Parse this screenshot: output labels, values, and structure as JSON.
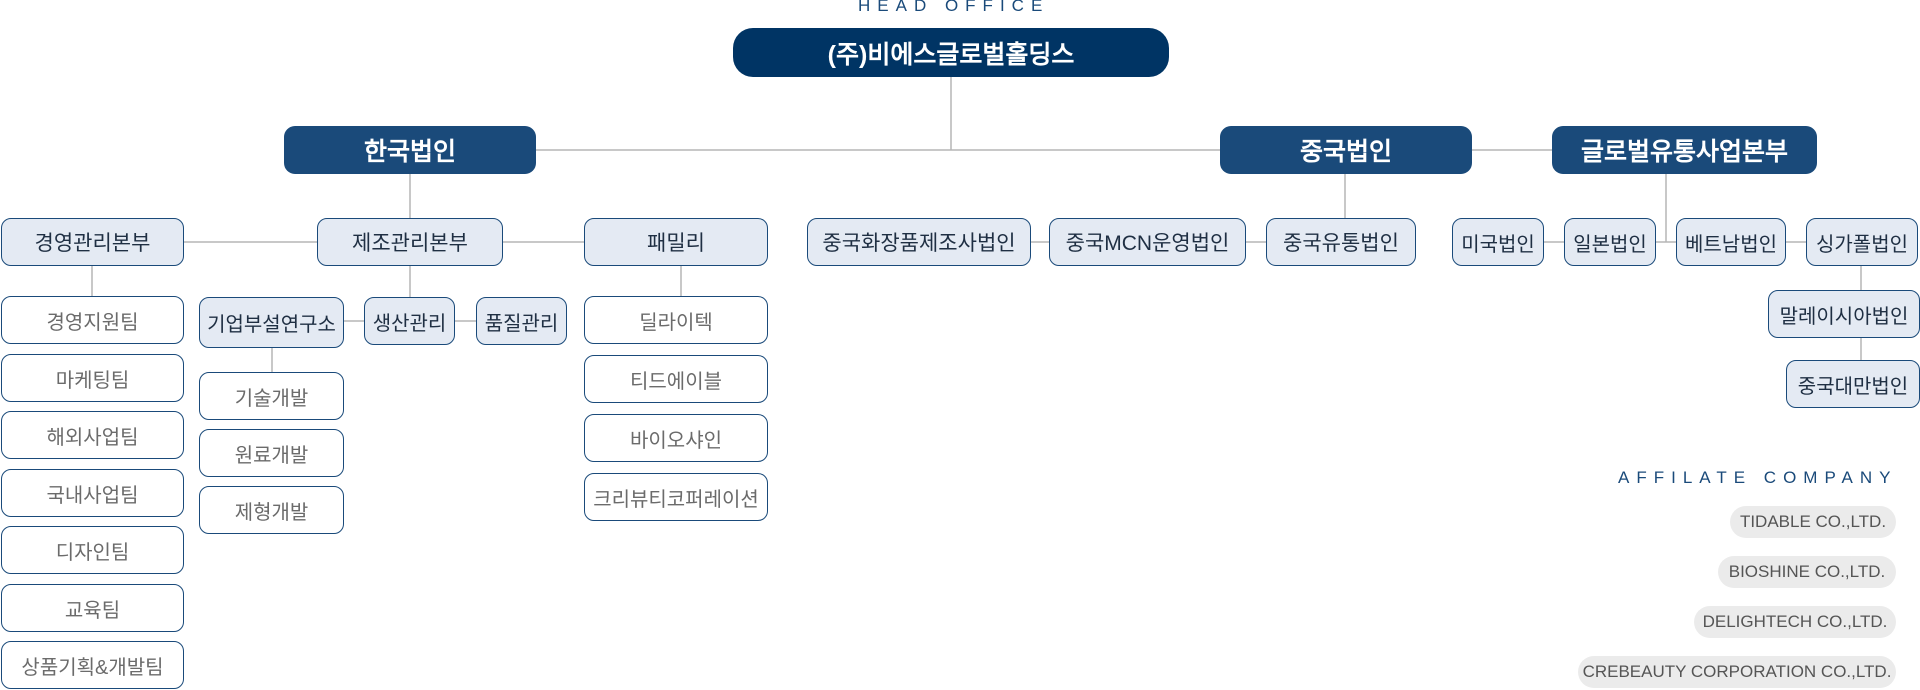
{
  "head_office_label": "HEAD OFFICE",
  "holding": "(주)비에스글로벌홀딩스",
  "corporations": {
    "korea": "한국법인",
    "china": "중국법인",
    "global": "글로벌유통사업본부"
  },
  "korea": {
    "management": {
      "title": "경영관리본부",
      "teams": [
        "경영지원팀",
        "마케팅팀",
        "해외사업팀",
        "국내사업팀",
        "디자인팀",
        "교육팀",
        "상품기획&개발팀"
      ]
    },
    "manufacturing": {
      "title": "제조관리본부",
      "units": [
        "기업부설연구소",
        "생산관리",
        "품질관리"
      ],
      "research_teams": [
        "기술개발",
        "원료개발",
        "제형개발"
      ]
    },
    "family": {
      "title": "패밀리",
      "companies": [
        "딜라이텍",
        "티드에이블",
        "바이오샤인",
        "크리뷰티코퍼레이션"
      ]
    }
  },
  "china": {
    "subsidiaries": [
      "중국화장품제조사법인",
      "중국MCN운영법인",
      "중국유통법인"
    ]
  },
  "global": {
    "subsidiaries": [
      "미국법인",
      "일본법인",
      "베트남법인",
      "싱가폴법인",
      "말레이시아법인",
      "중국대만법인"
    ]
  },
  "affiliate_label": "AFFILATE COMPANY",
  "affiliates": [
    "TIDABLE CO.,LTD.",
    "BIOSHINE CO.,LTD.",
    "DELIGHTECH CO.,LTD.",
    "CREBEAUTY CORPORATION CO.,LTD."
  ],
  "colors": {
    "head_office": "#003464",
    "corporation": "#1a4a7a",
    "division_fill": "#e4eaf3",
    "connector": "#b5b5b5",
    "affiliate_pill": "#ebebeb"
  }
}
